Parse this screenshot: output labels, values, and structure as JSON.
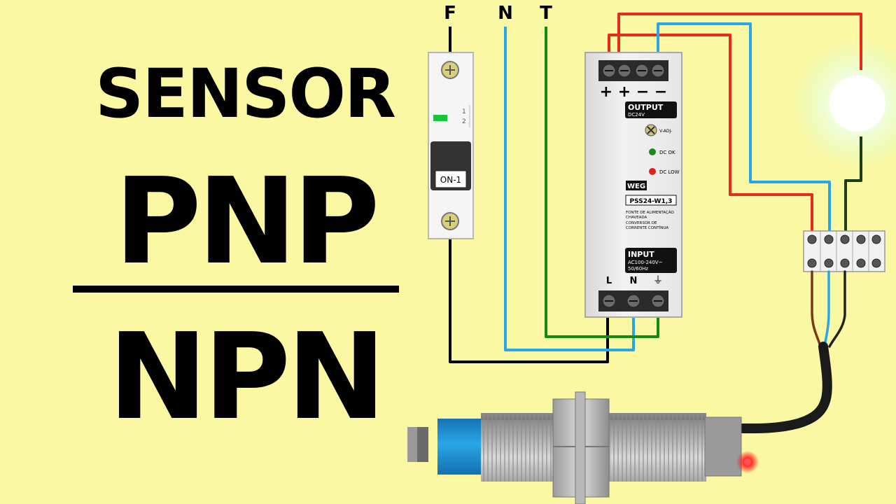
{
  "title": {
    "line1": "SENSOR",
    "line2": "PNP",
    "line3": "NPN"
  },
  "supply_lines": {
    "f": "F",
    "n": "N",
    "t": "T"
  },
  "breaker": {
    "pos1": "1",
    "pos2": "2",
    "switch_label": "ON-1"
  },
  "power_supply": {
    "polarity": "+ + − −",
    "output_title": "OUTPUT",
    "output_spec": "DC24V",
    "vadj": "V-ADJ-",
    "dc_ok": "DC OK",
    "dc_low": "DC LOW",
    "brand": "WEG",
    "model": "PSS24-W1,3",
    "desc1": "FONTE DE ALIMENTAÇÃO",
    "desc2": "CHAVEADA",
    "desc3": "CONVERSOR DE",
    "desc4": "CORRENTE CONTÍNUA",
    "input_title": "INPUT",
    "input_spec1": "AC100-240V~",
    "input_spec2": "50/60Hz",
    "term_l": "L",
    "term_n": "N",
    "term_gnd": "⏚"
  },
  "colors": {
    "background": "#fbf8a3",
    "phase_wire": "#000000",
    "neutral_wire": "#2aa6e8",
    "ground_wire": "#138a13",
    "positive_wire": "#e52b1e",
    "sensor_blue": "#1f8fd1",
    "lamp_glow": "#ffffff",
    "sensor_led": "#ff2020"
  }
}
